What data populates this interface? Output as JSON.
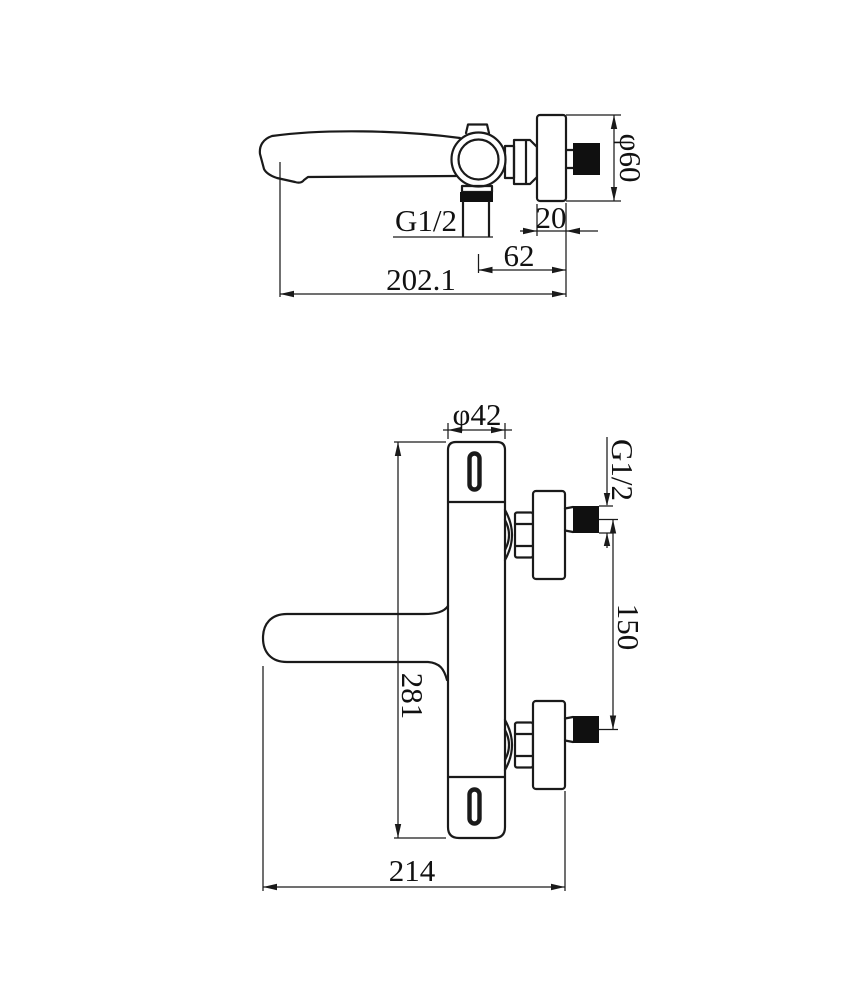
{
  "drawing": {
    "type": "technical-dimension-drawing",
    "subject": "wall-mounted thermostatic bath mixer tap",
    "colors": {
      "background": "#ffffff",
      "line": "#1a1a1a",
      "solid_fill": "#101010"
    },
    "side_view": {
      "name": "spout side view",
      "dims": {
        "outlet_thread": "G1/2",
        "wall_plate_thickness": "20",
        "center_to_wall": "62",
        "spout_projection": "202.1",
        "wall_plate_diameter": "φ60"
      }
    },
    "front_view": {
      "name": "mixer front view",
      "dims": {
        "body_diameter": "φ42",
        "inlet_thread": "G1/2",
        "inlet_spacing": "150",
        "body_length": "281",
        "overall_width": "214"
      }
    }
  }
}
